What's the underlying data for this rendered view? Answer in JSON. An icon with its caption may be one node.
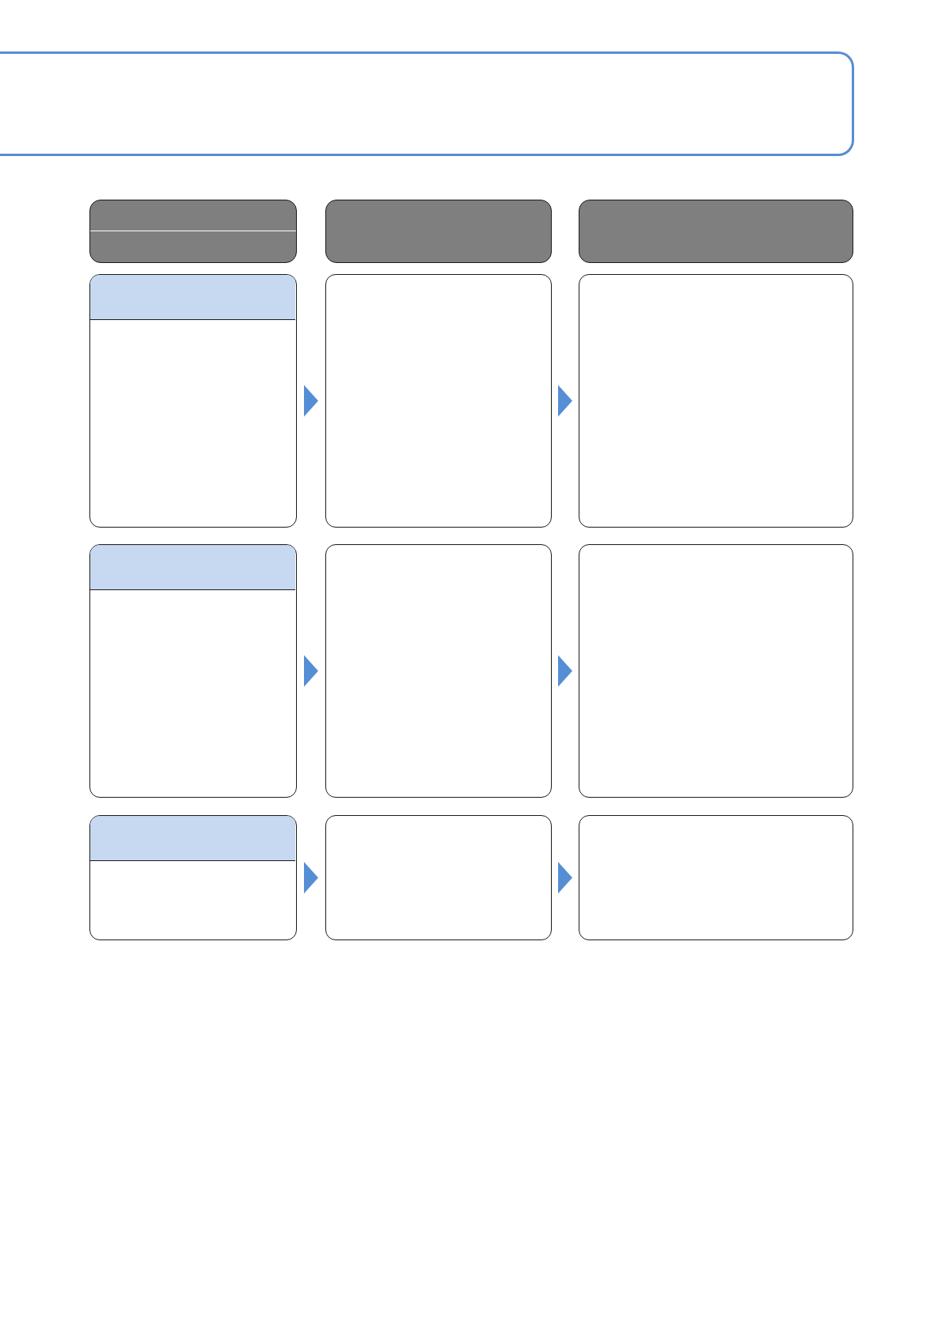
{
  "diagram": {
    "nodes": [
      {
        "text": [],
        "shape": "box"
      },
      {
        "text": [],
        "shape": "box"
      },
      {
        "text": [],
        "shape": "box"
      },
      {
        "text": [],
        "shape": "box"
      },
      {
        "text": [],
        "shape": "box"
      },
      {
        "text": [],
        "shape": "bar",
        "in": 4
      },
      {
        "text": [],
        "shape": "box"
      },
      {
        "text": [],
        "shape": "box"
      },
      {
        "text": [],
        "shape": "box"
      },
      {
        "text": [],
        "shape": "bar",
        "in": 8
      },
      {
        "text": [],
        "shape": "box"
      },
      {
        "text": [],
        "shape": "box"
      },
      {
        "text": [],
        "shape": "box"
      },
      {
        "text": [],
        "shape": "bar",
        "in": 12
      },
      {
        "text": [],
        "shape": "box"
      },
      {
        "text": [],
        "shape": "box"
      }
    ],
    "edges": [
      {
        "from": 4,
        "to": 6,
        "arrow": "to"
      },
      {
        "from": 6,
        "to": 7,
        "arrow": "to"
      },
      {
        "from": 8,
        "to": 10,
        "arrow": "to"
      },
      {
        "from": 10,
        "to": 11,
        "arrow": "to"
      },
      {
        "from": 12,
        "to": 14,
        "arrow": "to"
      },
      {
        "from": 14,
        "to": 15,
        "arrow": "to"
      }
    ]
  }
}
